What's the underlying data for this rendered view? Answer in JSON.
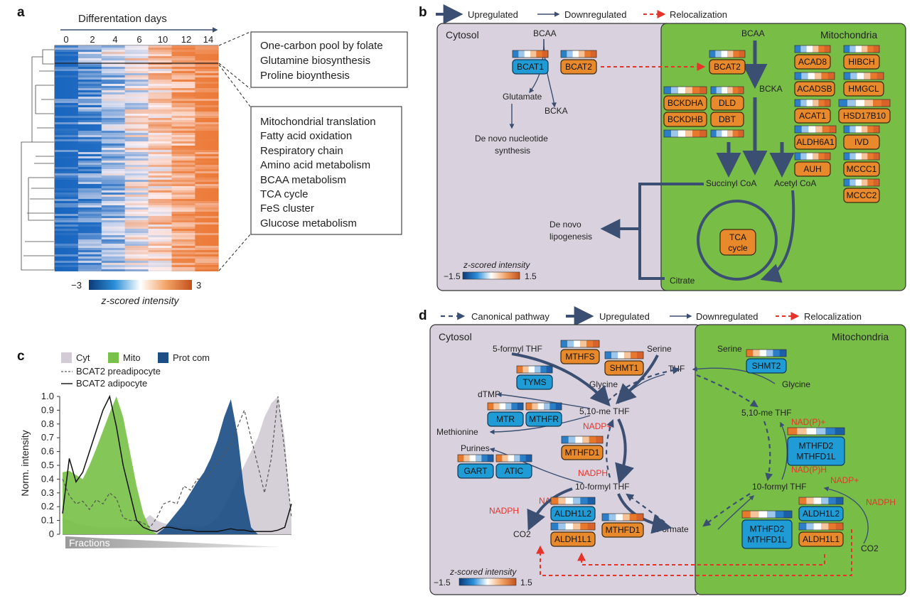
{
  "panels": {
    "a": "a",
    "b": "b",
    "c": "c",
    "d": "d"
  },
  "a": {
    "axis_title": "Differentation days",
    "day_ticks": [
      "0",
      "2",
      "4",
      "6",
      "10",
      "12",
      "14"
    ],
    "cluster1": [
      "One-carbon pool by folate",
      "Glutamine biosynthesis",
      "Proline bioynthesis"
    ],
    "cluster2": [
      "Mitochondrial translation",
      "Fatty acid oxidation",
      "Respiratory chain",
      "Amino acid metabolism",
      "BCAA metabolism",
      "TCA cycle",
      "FeS cluster",
      "Glucose metabolism"
    ],
    "colorbar_min": "−3",
    "colorbar_max": "3",
    "colorbar_label": "z-scored intensity",
    "colors": {
      "low": "#1565b0",
      "mid": "#ffffff",
      "high": "#e8782b"
    }
  },
  "b": {
    "legend": {
      "up": "Upregulated",
      "down": "Downregulated",
      "reloc": "Relocalization"
    },
    "cytosol": "Cytosol",
    "mito": "Mitochondria",
    "bcaa_cyto": "BCAA",
    "bcaa_mito": "BCAA",
    "bcka_cyto": "BCKA",
    "bcka_mito": "BCKA",
    "glutamate": "Glutamate",
    "de_novo_nuc": [
      "De novo nucleotide",
      "synthesis"
    ],
    "succinyl": "Succinyl CoA",
    "acetyl": "Acetyl CoA",
    "lipogenesis": [
      "De novo",
      "lipogenesis"
    ],
    "tca": [
      "TCA",
      "cycle"
    ],
    "citrate": "Citrate",
    "enzymes": {
      "bcat1": "BCAT1",
      "bcat2c": "BCAT2",
      "bcat2m": "BCAT2",
      "bckdha": "BCKDHA",
      "dld": "DLD",
      "bckdhb": "BCKDHB",
      "dbt": "DBT",
      "acad8": "ACAD8",
      "hibch": "HIBCH",
      "acadsb": "ACADSB",
      "hmgcl": "HMGCL",
      "acat1": "ACAT1",
      "hsd": "HSD17B10",
      "aldh6a1": "ALDH6A1",
      "ivd": "IVD",
      "auh": "AUH",
      "mccc1": "MCCC1",
      "mccc2": "MCCC2"
    },
    "scale_label": "z-scored intensity",
    "scale_min": "−1.5",
    "scale_max": "1.5",
    "colors": {
      "cytosol": "#d9d2de",
      "mito": "#78be46",
      "orange": "#e8892b",
      "blue": "#1f9bd6",
      "arrow": "#3b4f72",
      "red": "#e8332a"
    }
  },
  "c": {
    "legend": {
      "cyt": "Cyt",
      "mito": "Mito",
      "prot": "Prot com",
      "pre": "BCAT2 preadipocyte",
      "adi": "BCAT2 adipocyte"
    },
    "ylabel": "Norm. intensity",
    "xlabel": "Fractions",
    "yticks": [
      "0",
      "0.1",
      "0.2",
      "0.3",
      "0.4",
      "0.5",
      "0.6",
      "0.7",
      "0.8",
      "0.9",
      "1.0"
    ],
    "colors": {
      "cyt": "#d3ccd6",
      "mito": "#7ac14a",
      "prot": "#1d4f86"
    }
  },
  "chart_data": {
    "type": "area",
    "title": "",
    "xlabel": "Fractions",
    "ylabel": "Norm. intensity",
    "ylim": [
      0,
      1.0
    ],
    "x": [
      1,
      2,
      3,
      4,
      5,
      6,
      7,
      8,
      9,
      10,
      11,
      12,
      13,
      14,
      15,
      16,
      17,
      18,
      19,
      20,
      21,
      22,
      23,
      24,
      25,
      26,
      27,
      28,
      29,
      30,
      31,
      32,
      33,
      34,
      35
    ],
    "series": [
      {
        "name": "Cyt",
        "values": [
          0.12,
          0.1,
          0.08,
          0.07,
          0.06,
          0.05,
          0.05,
          0.05,
          0.05,
          0.05,
          0.05,
          0.06,
          0.1,
          0.14,
          0.1,
          0.08,
          0.07,
          0.06,
          0.05,
          0.05,
          0.05,
          0.06,
          0.08,
          0.12,
          0.2,
          0.3,
          0.4,
          0.5,
          0.6,
          0.7,
          0.85,
          0.95,
          1.0,
          0.7,
          0.1
        ]
      },
      {
        "name": "Mito",
        "values": [
          0.45,
          0.46,
          0.43,
          0.4,
          0.5,
          0.62,
          0.75,
          0.88,
          1.0,
          0.85,
          0.6,
          0.35,
          0.15,
          0.04,
          0,
          0,
          0,
          0,
          0,
          0,
          0,
          0,
          0,
          0,
          0,
          0,
          0,
          0,
          0,
          0,
          0,
          0,
          0,
          0,
          0
        ]
      },
      {
        "name": "Prot com",
        "values": [
          0,
          0,
          0,
          0,
          0,
          0,
          0,
          0,
          0,
          0,
          0,
          0,
          0,
          0,
          0,
          0.04,
          0.1,
          0.16,
          0.22,
          0.3,
          0.38,
          0.45,
          0.55,
          0.68,
          0.85,
          0.98,
          0.72,
          0.3,
          0.05,
          0,
          0,
          0,
          0,
          0,
          0
        ]
      },
      {
        "name": "BCAT2 preadipocyte",
        "values": [
          0.4,
          0.28,
          0.22,
          0.24,
          0.18,
          0.25,
          0.22,
          0.3,
          0.26,
          0.12,
          0.1,
          0.1,
          0.08,
          0.05,
          0.12,
          0.22,
          0.24,
          0.22,
          0.35,
          0.32,
          0.4,
          0.4,
          0.45,
          0.52,
          0.58,
          0.65,
          0.78,
          0.9,
          0.7,
          0.5,
          0.3,
          0.55,
          1.0,
          0.6,
          0.12
        ]
      },
      {
        "name": "BCAT2 adipocyte",
        "values": [
          0.15,
          0.55,
          0.38,
          0.45,
          0.6,
          0.75,
          0.9,
          1.0,
          0.78,
          0.5,
          0.3,
          0.1,
          0.05,
          0.03,
          0.02,
          0.05,
          0.05,
          0.04,
          0.03,
          0.03,
          0.02,
          0.02,
          0.02,
          0.02,
          0.03,
          0.04,
          0.03,
          0.03,
          0.02,
          0.02,
          0.02,
          0.02,
          0.03,
          0.05,
          0.22
        ]
      }
    ]
  },
  "d": {
    "legend": {
      "canon": "Canonical pathway",
      "up": "Upregulated",
      "down": "Downregulated",
      "reloc": "Relocalization"
    },
    "cytosol": "Cytosol",
    "mito": "Mitochondria",
    "m_5formyl": "5-formyl THF",
    "m_serine_c": "Serine",
    "m_glycine_c": "Glycine",
    "m_thf": "THF",
    "m_dtmp": "dTMP",
    "m_meTHF_c": "5,10-me THF",
    "m_methionine": "Methionine",
    "m_purines": "Purines",
    "m_10formyl_c": "10-formyl THF",
    "m_co2_c": "CO2",
    "m_formate": "Formate",
    "m_serine_m": "Serine",
    "m_glycine_m": "Glycine",
    "m_meTHF_m": "5,10-me THF",
    "m_10formyl_m": "10-formyl THF",
    "m_co2_m": "CO2",
    "red_nadp1": "NADP+",
    "red_nadph1": "NADPH",
    "red_nadp2": "NADP+",
    "red_nadph2": "NADPH",
    "red_nadpp": "NAD(P)+",
    "red_nadph3": "NAD(P)H",
    "red_nadp3": "NADP+",
    "red_nadph4": "NADPH",
    "enzymes": {
      "mthfs": "MTHFS",
      "shmt1": "SHMT1",
      "tyms": "TYMS",
      "mtr": "MTR",
      "mthfr": "MTHFR",
      "mthfd1a": "MTHFD1",
      "gart": "GART",
      "atic": "ATIC",
      "aldh1l2c": "ALDH1L2",
      "aldh1l1c": "ALDH1L1",
      "mthfd1b": "MTHFD1",
      "shmt2": "SHMT2",
      "mthfd2a": [
        "MTHFD2",
        "MTHFD1L"
      ],
      "mthfd2b": [
        "MTHFD2",
        "MTHFD1L"
      ],
      "aldh1l2m": "ALDH1L2",
      "aldh1l1m": "ALDH1L1"
    },
    "scale_label": "z-scored intensity",
    "scale_min": "−1.5",
    "scale_max": "1.5"
  }
}
